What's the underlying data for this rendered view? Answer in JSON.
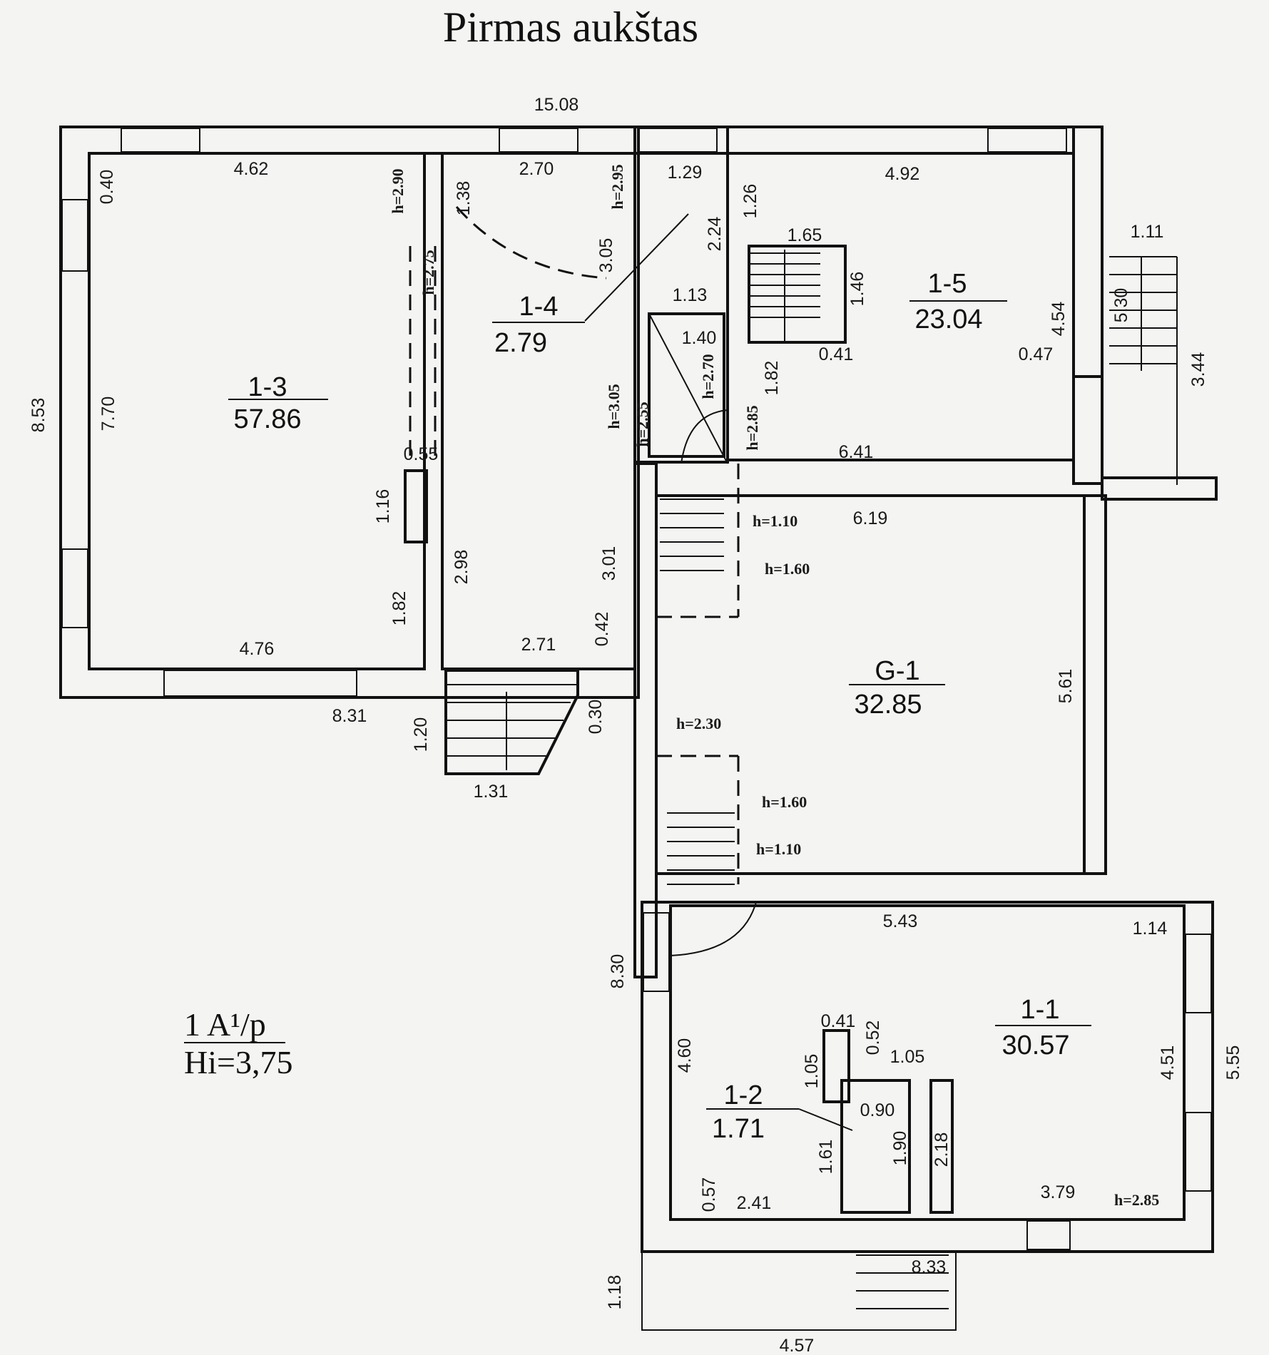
{
  "title": "Pirmas aukštas",
  "rooms": [
    {
      "id": "1-3",
      "area": "57.86"
    },
    {
      "id": "1-4",
      "area": "2.79"
    },
    {
      "id": "1-5",
      "area": "23.04"
    },
    {
      "id": "G-1",
      "area": "32.85"
    },
    {
      "id": "1-1",
      "area": "30.57"
    },
    {
      "id": "1-2",
      "area": "1.71"
    }
  ],
  "note": {
    "line1": "1 A¹/p",
    "line2": "Hi=3,75"
  },
  "dims_h": [
    "15.08",
    "4.62",
    "2.70",
    "1.29",
    "4.92",
    "1.11",
    "1.65",
    "1.13",
    "1.40",
    "0.41",
    "0.47",
    "6.41",
    "6.19",
    "0.55",
    "4.76",
    "2.71",
    "8.31",
    "1.31",
    "5.43",
    "1.14",
    "0.41",
    "1.05",
    "0.90",
    "2.41",
    "3.79",
    "8.33",
    "4.57"
  ],
  "dims_v": [
    "0.40",
    "8.53",
    "7.70",
    "1.38",
    "3.05",
    "2.24",
    "1.26",
    "1.46",
    "4.54",
    "5.30",
    "3.44",
    "1.82",
    "1.16",
    "1.82",
    "2.98",
    "3.01",
    "0.42",
    "0.30",
    "1.20",
    "5.61",
    "8.30",
    "4.60",
    "1.05",
    "0.52",
    "1.90",
    "2.18",
    "1.61",
    "0.57",
    "4.51",
    "5.55",
    "1.18"
  ],
  "heights": [
    "h=2.90",
    "h=2.95",
    "h=2.75",
    "h=3.05",
    "h=2.55",
    "h=2.70",
    "h=2.85",
    "h=1.10",
    "h=1.60",
    "h=2.30",
    "h=1.60",
    "h=1.10",
    "h=2.85"
  ]
}
